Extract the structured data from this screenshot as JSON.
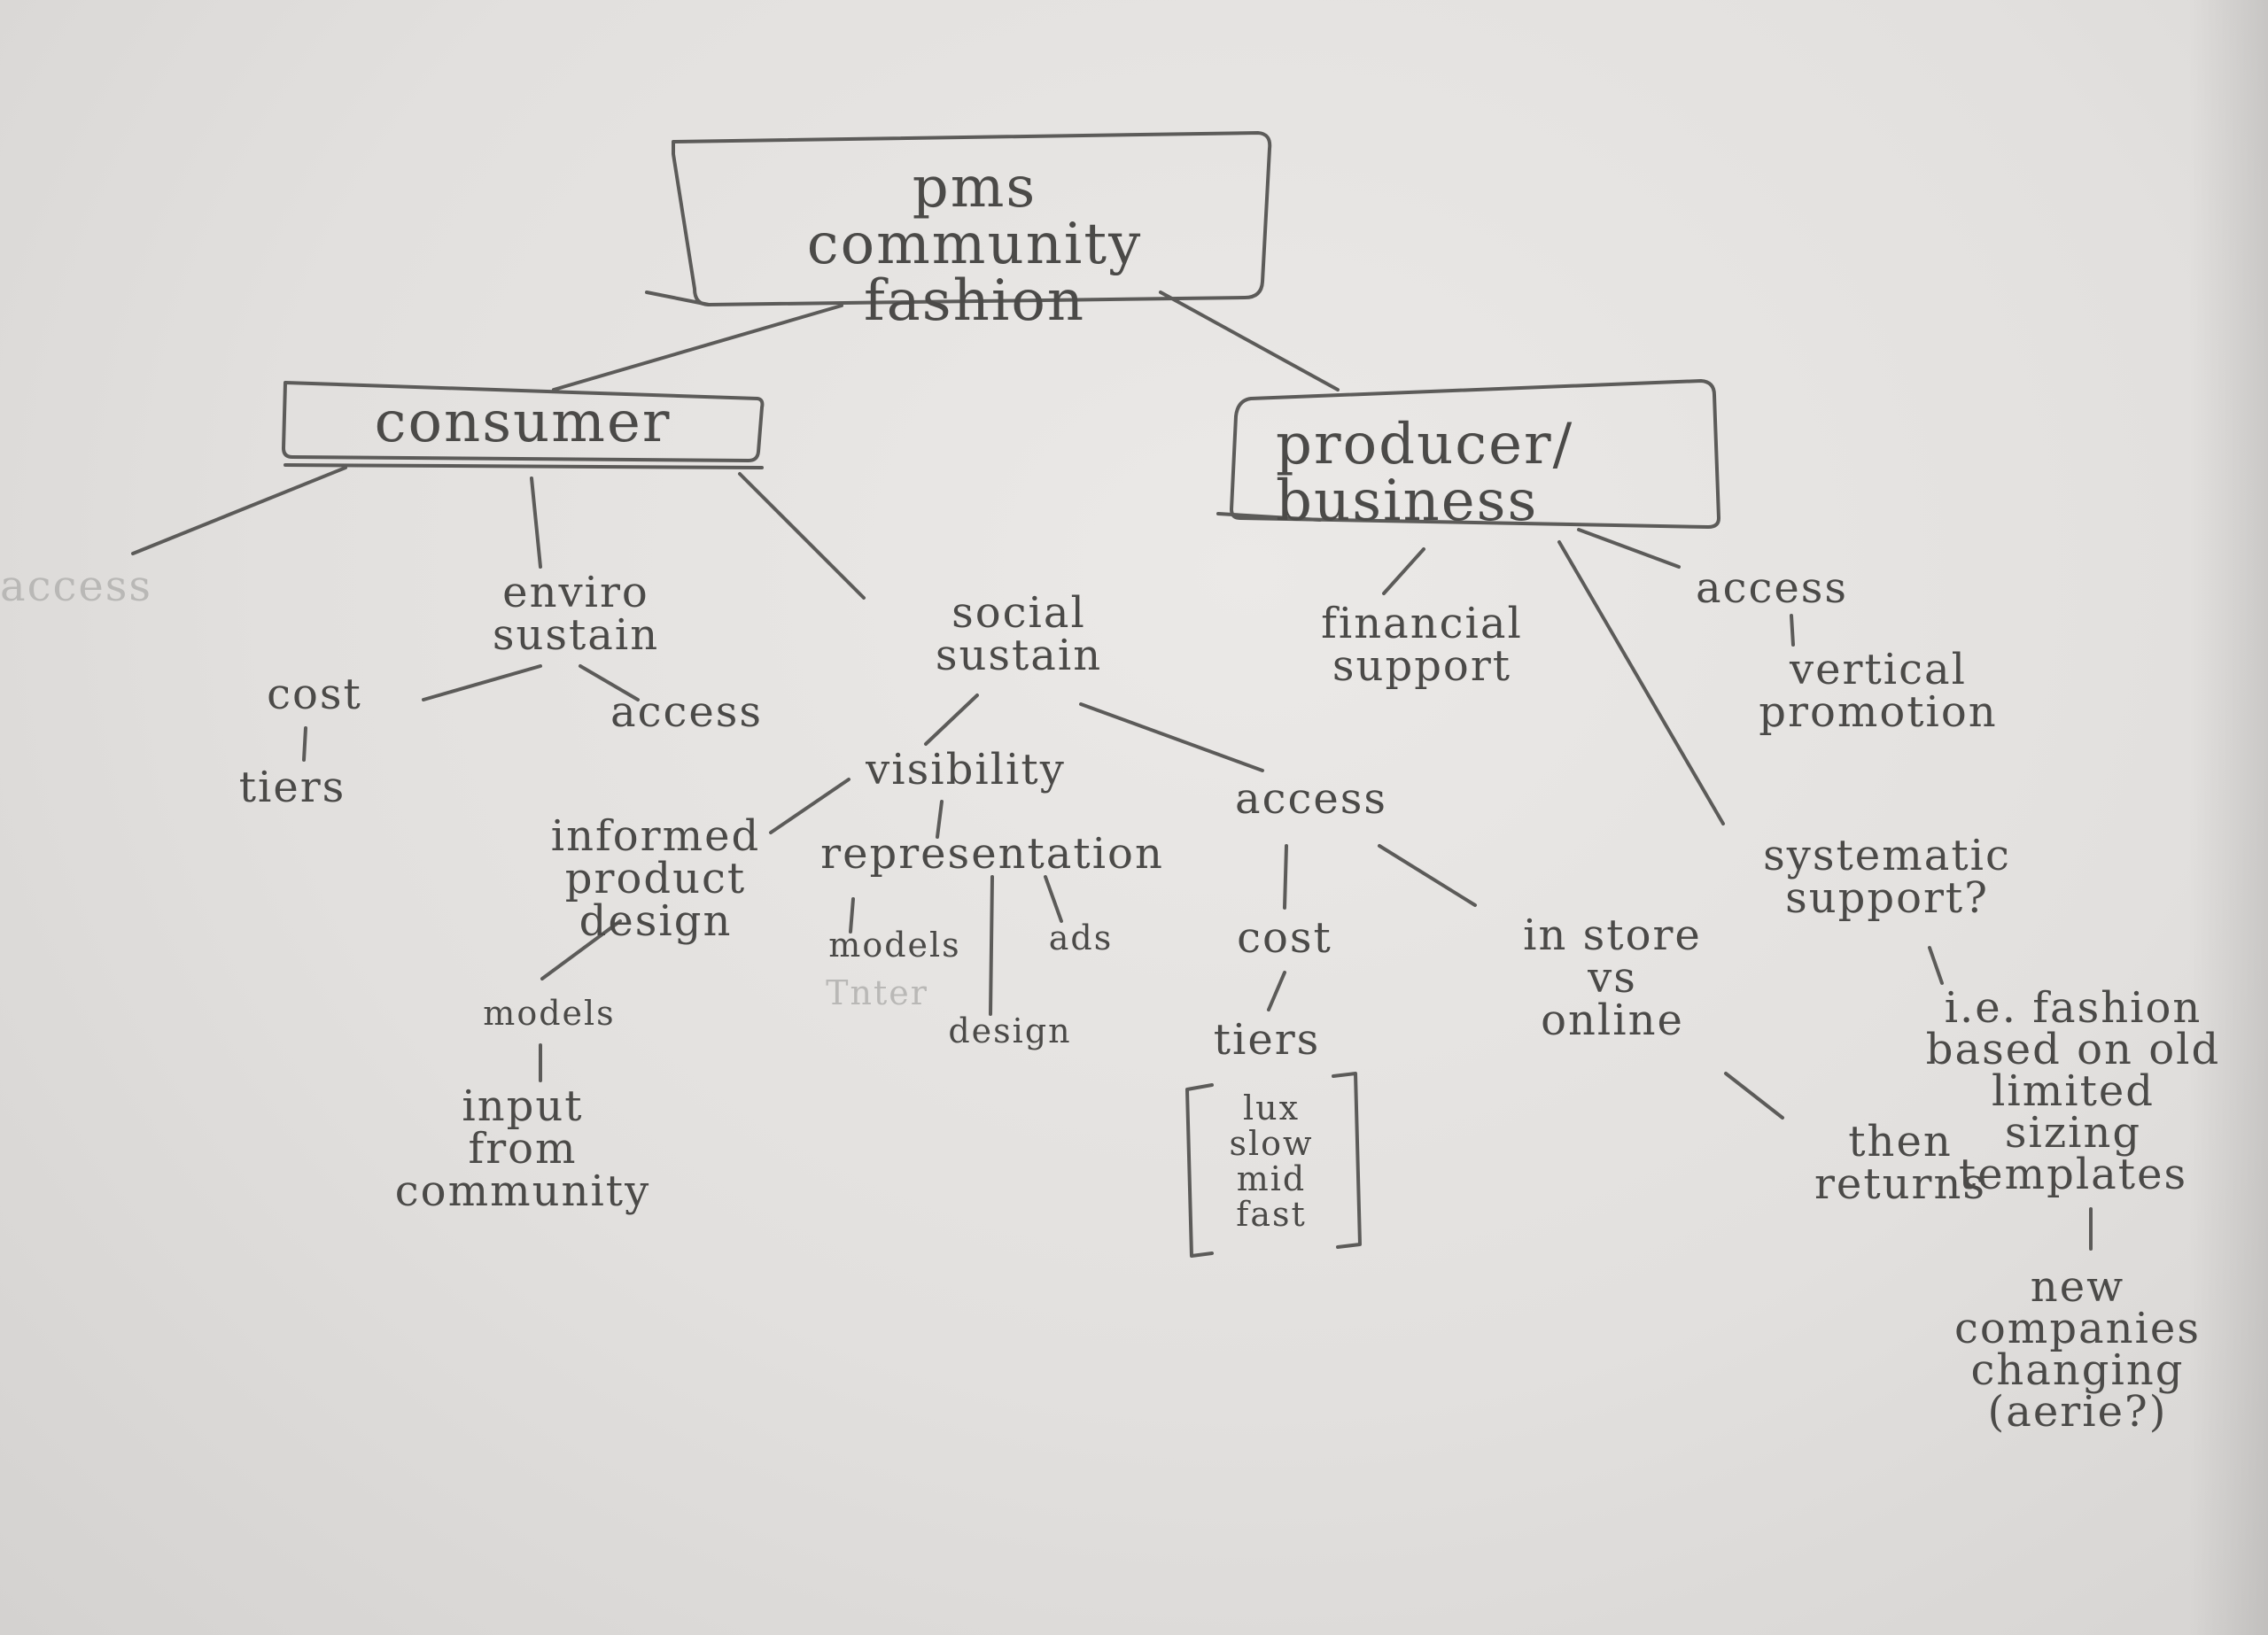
{
  "root": "pms\ncommunity\nfashion",
  "consumer": {
    "label": "consumer",
    "access_faint": "access",
    "enviro": "enviro\nsustain",
    "enviro_cost": "cost",
    "enviro_tiers": "tiers",
    "enviro_access": "access",
    "social": "social\nsustain",
    "visibility": "visibility",
    "informed": "informed\nproduct\ndesign",
    "models_left": "models",
    "input": "input\nfrom\ncommunity",
    "representation": "representation",
    "rep_models": "models",
    "rep_faint": "Tnter",
    "rep_ads": "ads",
    "rep_design": "design",
    "access": "access",
    "access_cost": "cost",
    "access_tiers": "tiers",
    "tiers_box": "lux\nslow\nmid\nfast",
    "instore": "in store\nvs\nonline",
    "returns": "then\nreturns"
  },
  "producer": {
    "label": "producer/\nbusiness",
    "financial": "financial\nsupport",
    "access": "access",
    "vertical": "vertical\npromotion",
    "systematic": "systematic\nsupport?",
    "ie": "i.e. fashion\nbased on old\nlimited\nsizing\ntemplates",
    "new": "new\ncompanies\nchanging\n(aerie?)"
  }
}
